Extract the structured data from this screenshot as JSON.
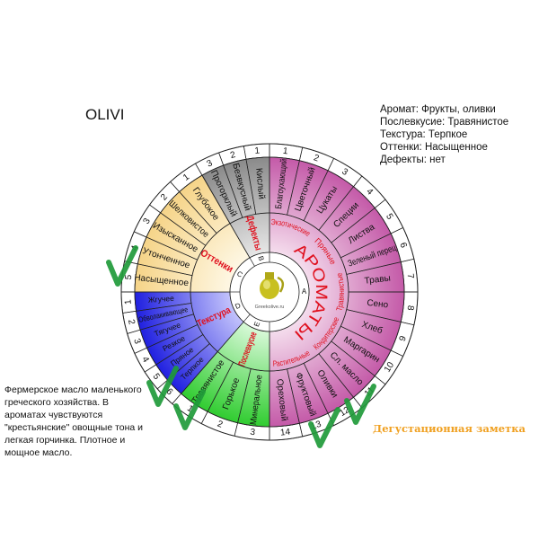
{
  "title": "OLIVI",
  "summary": [
    "Аромат: Фрукты, оливки",
    "Послевкусие: Травянистое",
    "Текстура: Терпкое",
    "Оттенки: Насыщенное",
    "Дефекты: нет"
  ],
  "description": "Фермерское масло маленького греческого хозяйства. В ароматах чувствуются \"крестьянские\" овощные тона и легкая горчинка. Плотное и мощное масло.",
  "note": "Дегустационная заметка",
  "logo_text": "Greekolive.ru",
  "wheel": {
    "aroma": {
      "label": "АРОМАТЫ",
      "letter": "A",
      "color": "#c45aa8",
      "subcategories": [
        "Экзотические",
        "Пряные",
        "Травянистые",
        "Кондитерские",
        "Растительные"
      ],
      "items": [
        "Благоухающий",
        "Цветочный",
        "Цукаты",
        "Специи",
        "Листва",
        "Зеленый перец",
        "Травы",
        "Сено",
        "Хлеб",
        "Маргарин",
        "Сл. масло",
        "Оливки",
        "Фруктовый",
        "Ореховый"
      ]
    },
    "aftertaste": {
      "label": "Послевкусие",
      "letter": "E",
      "color": "#30cc30",
      "items": [
        "Минеральное",
        "Горькое",
        "Травянистое"
      ]
    },
    "texture": {
      "label": "Текстура",
      "letter": "D",
      "color": "#2020e0",
      "items": [
        "Терпкое",
        "Пряное",
        "Резкое",
        "Тягучее",
        "Обволакивающее",
        "Жгучее"
      ]
    },
    "shades": {
      "label": "Оттенки",
      "letter": "C",
      "color": "#f6d488",
      "items": [
        "Насыщенное",
        "Утонченное",
        "Изысканное",
        "Шелковистое",
        "Глубокое"
      ]
    },
    "defects": {
      "label": "Дефекты",
      "letter": "B",
      "color": "#8a8a8a",
      "items": [
        "Прогорклый",
        "Безвкусный",
        "Кислый"
      ]
    }
  },
  "checkmark_color": "#1f9a3a"
}
